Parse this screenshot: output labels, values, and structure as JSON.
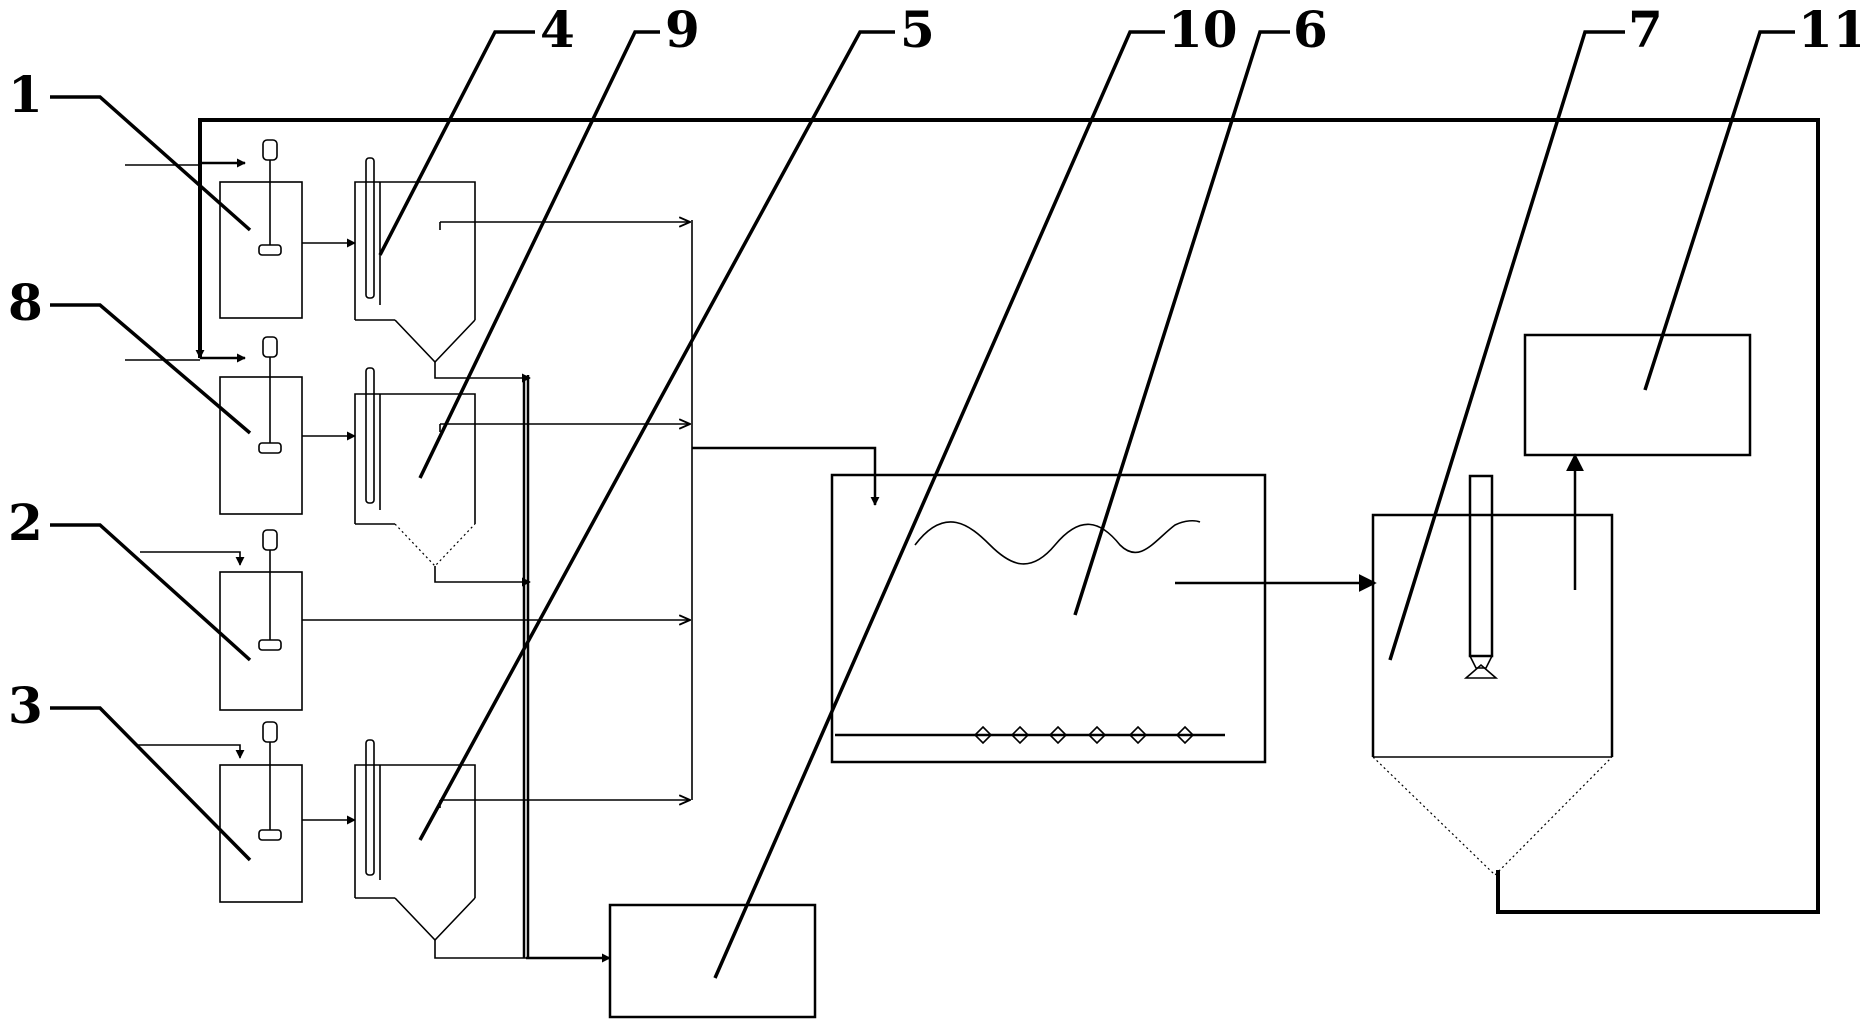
{
  "labels": {
    "n1": "1",
    "n2": "2",
    "n3": "3",
    "n4": "4",
    "n5": "5",
    "n6": "6",
    "n7": "7",
    "n8": "8",
    "n9": "9",
    "n10": "10",
    "n11": "11"
  },
  "colors": {
    "line": "#000000",
    "background": "#ffffff"
  }
}
